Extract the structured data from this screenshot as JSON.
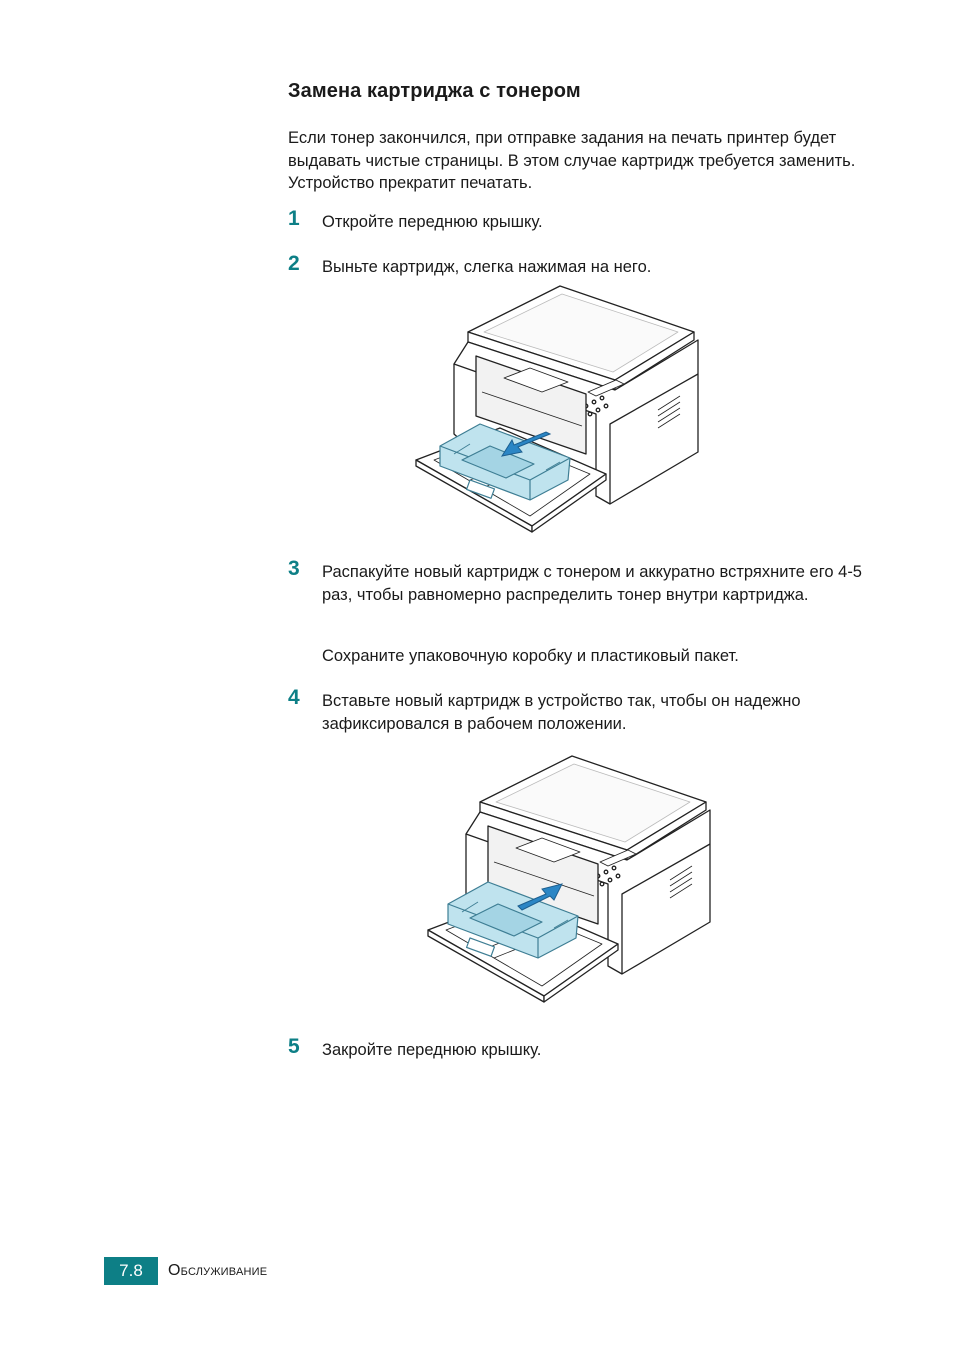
{
  "page": {
    "heading": "Замена картриджа с тонером",
    "intro": "Если тонер закончился, при отправке задания на печать принтер будет выдавать чистые страницы. В этом случае картридж требуется заменить. Устройство прекратит печатать.",
    "steps": [
      {
        "num": "1",
        "text": "Откройте переднюю крышку."
      },
      {
        "num": "2",
        "text": "Выньте картридж, слегка нажимая на него."
      },
      {
        "num": "3",
        "text": "Распакуйте новый картридж с тонером и аккуратно встряхните его 4-5 раз, чтобы равномерно распределить тонер внутри картриджа."
      },
      {
        "num": "4",
        "text": "Вставьте новый картридж в устройство так, чтобы он надежно зафиксировался в рабочем положении."
      },
      {
        "num": "5",
        "text": "Закройте переднюю крышку."
      }
    ],
    "note": "Сохраните упаковочную коробку и пластиковый пакет."
  },
  "footer": {
    "page_number": "7.8",
    "section": "Обслуживание"
  },
  "colors": {
    "accent": "#0d7f86",
    "cartridge": "#bfe3ee",
    "cartridge_stroke": "#3e7e94",
    "arrow": "#2b86c5"
  },
  "icons": {
    "figure_1": "printer-remove-cartridge-illustration",
    "figure_2": "printer-insert-cartridge-illustration"
  }
}
